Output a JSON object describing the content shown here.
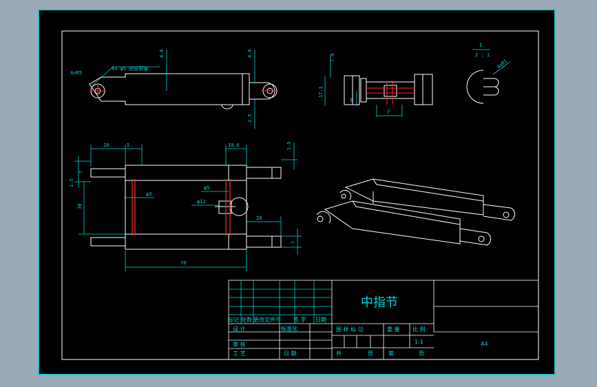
{
  "drawing": {
    "dimensions": {
      "top_view": {
        "hole_note": "4xR5",
        "chamfer_note": "4x φ5 完全贯穿",
        "d_4_6_a": "4.6",
        "d_4_6_b": "4.6",
        "d_2_5": "2.5"
      },
      "side_view": {
        "d_7_9": "7.9",
        "d_17_1": "17.1",
        "d_5": "5",
        "d_7": "7"
      },
      "detail": {
        "label": "I",
        "scale": "2 : 1",
        "radius": "4xR1"
      },
      "front_view": {
        "d_20_top": "20",
        "d_5_top": "5",
        "d_10_6": "10.6",
        "d_1_5_right": "1.5",
        "d_1_5_left": "1.5",
        "d_7_left": "7",
        "d_30": "30",
        "d_phi3": "φ3",
        "d_phi5": "φ5",
        "d_phi12": "φ12",
        "d_20_right": "20",
        "d_7_right": "7",
        "d_70": "70"
      }
    },
    "title_block": {
      "part_name": "中指节",
      "col_marks": "标记",
      "col_count": "处数",
      "col_change_doc": "更改文件号",
      "col_signature": "签 字",
      "col_date": "日期",
      "row_design": "设 计",
      "row_standard": "标准化",
      "row_review": "审 核",
      "row_process": "工 艺",
      "row_date": "日 期",
      "stage_mark": "图 样 标 记",
      "weight": "重 量",
      "scale_label": "比 例",
      "scale_value": "1:1",
      "total": "共",
      "sheet_unit_a": "页",
      "sheet_no": "第",
      "sheet_unit_b": "页",
      "sheet_size": "A4"
    },
    "colors": {
      "line": "#ffffff",
      "dimension": "#00d8d8",
      "center": "#ff2a2a",
      "frame": "#1fc7c7",
      "background": "#000000"
    }
  }
}
